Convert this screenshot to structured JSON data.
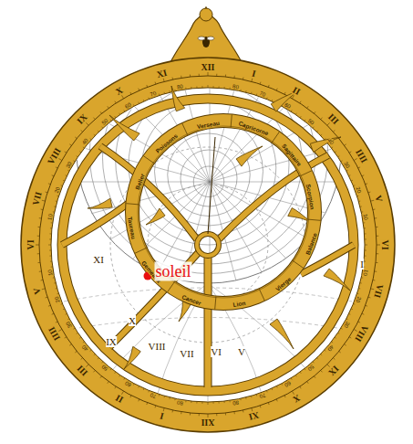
{
  "diagram": {
    "labels": [
      "XII",
      "I",
      "II",
      "III",
      "IIII",
      "V",
      "VI",
      "VII",
      "VIII",
      "IX",
      "X",
      "XI",
      "XII",
      "I",
      "II",
      "III",
      "IIII",
      "V",
      "VI",
      "VII",
      "VIII",
      "IX",
      "X",
      "XI",
      "10",
      "20",
      "30",
      "40",
      "50",
      "60",
      "70",
      "80",
      "10",
      "20",
      "30",
      "40",
      "50",
      "60",
      "70",
      "80",
      "10",
      "20",
      "30",
      "40",
      "50",
      "60",
      "70",
      "80",
      "10",
      "20",
      "30",
      "40",
      "50",
      "60",
      "70",
      "80",
      "Belier",
      "Taureau",
      "Gemeaux",
      "Cancer",
      "Lion",
      "Vierge",
      "Balance",
      "Scorpion",
      "Sagittaire",
      "Capricorne",
      "Verseau",
      "Poissons",
      "XI",
      "X",
      "IX",
      "VIII",
      "VII",
      "VI",
      "V",
      "I",
      "soleil"
    ]
  }
}
